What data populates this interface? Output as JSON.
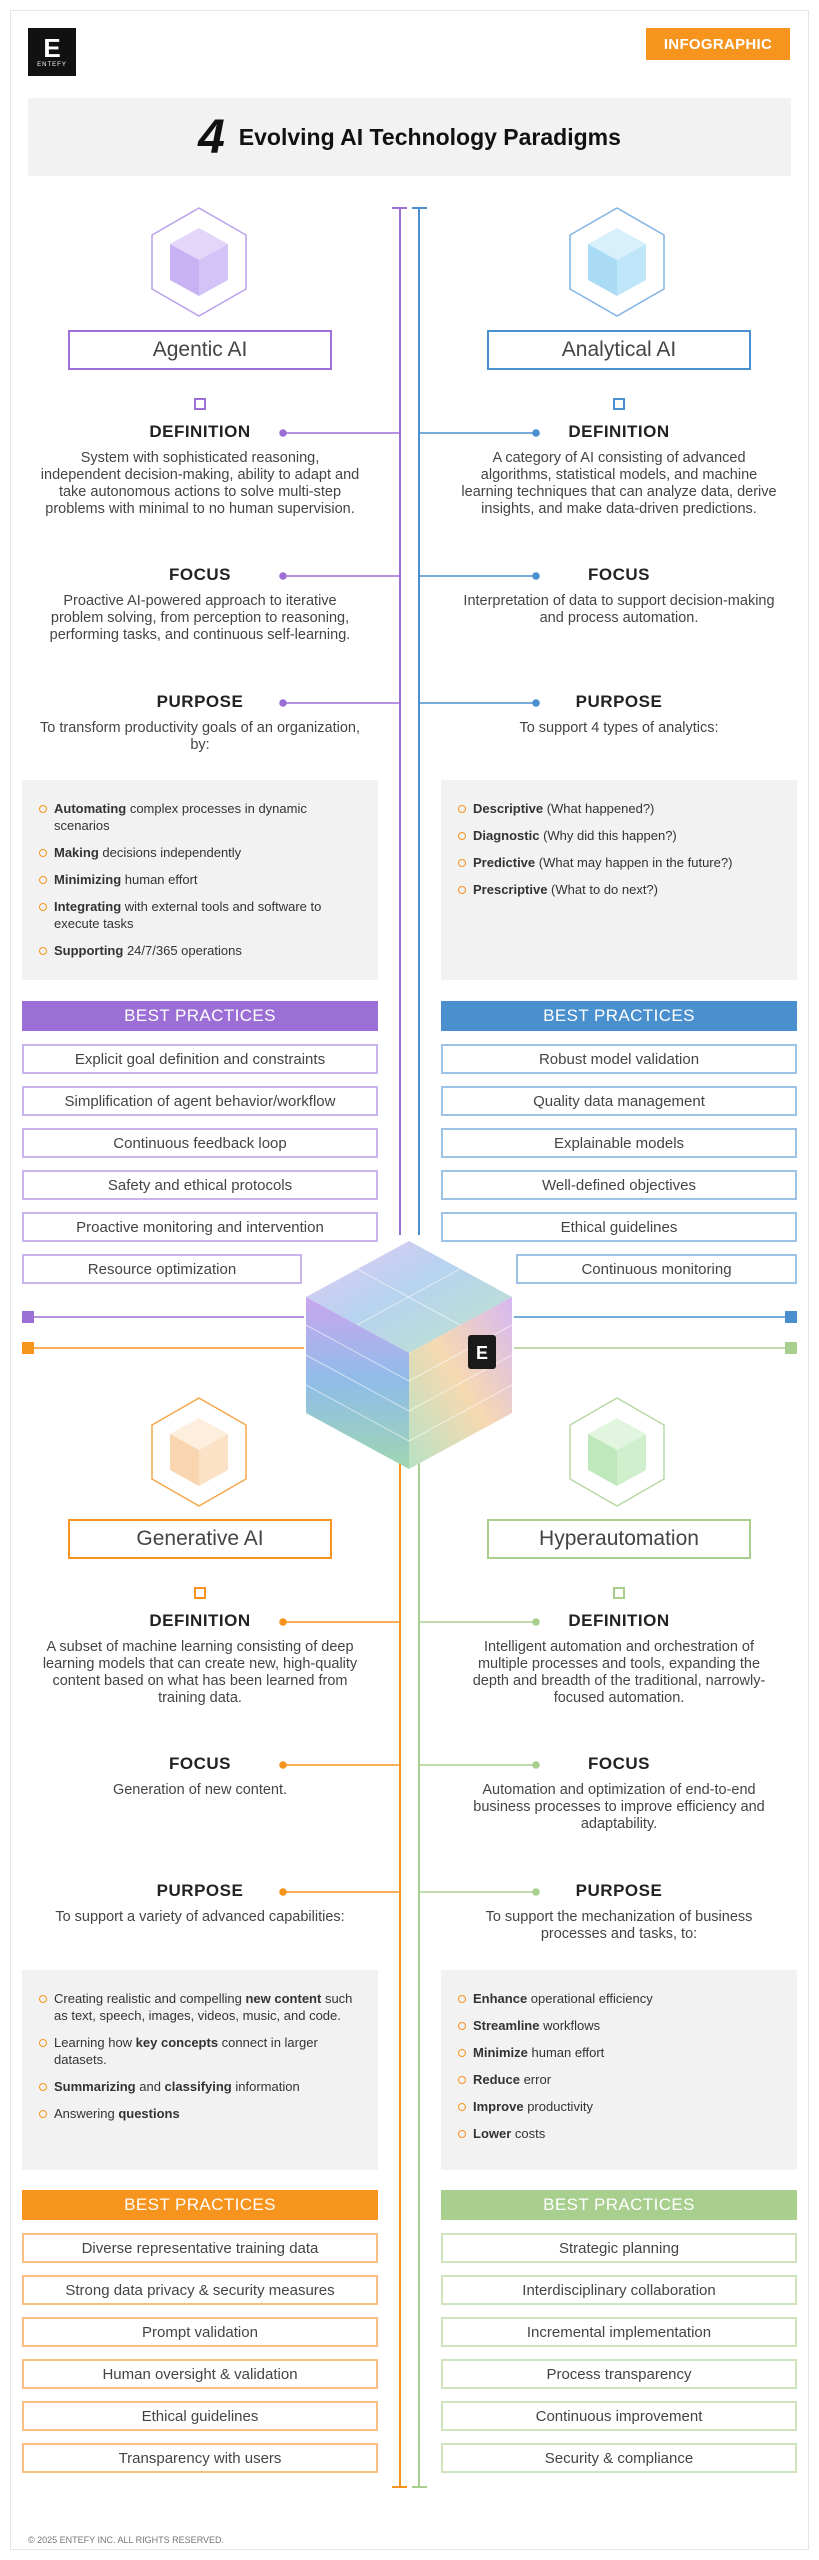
{
  "brand": {
    "logo_letter": "E",
    "logo_text": "ENTEFY",
    "tag": "INFOGRAPHIC"
  },
  "title": {
    "number": "4",
    "text": "Evolving AI Technology Paradigms"
  },
  "colors": {
    "agentic": "#9b6fd6",
    "analytical": "#4a8fce",
    "generative": "#f7941d",
    "hyper": "#a9cf8f"
  },
  "labels": {
    "definition": "DEFINITION",
    "focus": "FOCUS",
    "purpose": "PURPOSE",
    "best_practices": "BEST PRACTICES"
  },
  "agentic": {
    "name": "Agentic AI",
    "definition": "System with sophisticated reasoning, independent decision-making, ability to adapt and take autonomous actions to solve multi-step problems with minimal to no human supervision.",
    "focus": "Proactive AI-powered approach to iterative problem solving, from perception to reasoning, performing tasks, and continuous self-learning.",
    "purpose": "To transform productivity goals of an organization, by:",
    "items": [
      {
        "b": "Automating",
        "t": " complex processes in dynamic scenarios"
      },
      {
        "b": "Making",
        "t": " decisions independently"
      },
      {
        "b": "Minimizing",
        "t": " human effort"
      },
      {
        "b": "Integrating",
        "t": " with external tools and software to execute tasks"
      },
      {
        "b": "Supporting",
        "t": " 24/7/365 operations"
      }
    ],
    "practices": [
      "Explicit goal definition and constraints",
      "Simplification of agent behavior/workflow",
      "Continuous feedback loop",
      "Safety and ethical protocols",
      "Proactive monitoring and intervention",
      "Resource optimization"
    ]
  },
  "analytical": {
    "name": "Analytical AI",
    "definition": "A category of AI consisting of advanced algorithms, statistical models, and machine learning techniques that can analyze data, derive insights, and make data-driven predictions.",
    "focus": "Interpretation of data to support decision-making and process automation.",
    "purpose": "To support 4 types of analytics:",
    "items": [
      {
        "b": "Descriptive",
        "t": " (What happened?)"
      },
      {
        "b": "Diagnostic",
        "t": " (Why did this happen?)"
      },
      {
        "b": "Predictive",
        "t": " (What may happen in the future?)"
      },
      {
        "b": "Prescriptive",
        "t": " (What to do next?)"
      }
    ],
    "practices": [
      "Robust model validation",
      "Quality data management",
      "Explainable models",
      "Well-defined objectives",
      "Ethical guidelines",
      "Continuous monitoring"
    ]
  },
  "generative": {
    "name": "Generative AI",
    "definition": "A subset of machine learning consisting of deep learning models that can create new, high-quality content based on what has been learned from training data.",
    "focus": "Generation of new content.",
    "purpose": "To support a variety of advanced capabilities:",
    "items": [
      {
        "pre": "Creating realistic and compelling ",
        "b": "new content",
        "t": " such as text, speech, images, videos, music, and code."
      },
      {
        "pre": "Learning how ",
        "b": "key concepts",
        "t": " connect in larger datasets."
      },
      {
        "b": "Summarizing",
        "t": " and ",
        "b2": "classifying",
        "t2": " information"
      },
      {
        "pre": "Answering ",
        "b": "questions",
        "t": ""
      }
    ],
    "practices": [
      "Diverse representative training data",
      "Strong data privacy & security measures",
      "Prompt validation",
      "Human oversight & validation",
      "Ethical guidelines",
      "Transparency with users"
    ]
  },
  "hyper": {
    "name": "Hyperautomation",
    "definition": "Intelligent automation and orchestration of multiple processes and tools, expanding the depth and breadth of the traditional, narrowly-focused automation.",
    "focus": "Automation and optimization of end-to-end business processes to improve efficiency and adaptability.",
    "purpose": "To support the mechanization of business processes and tasks, to:",
    "items": [
      {
        "b": "Enhance",
        "t": " operational efficiency"
      },
      {
        "b": "Streamline",
        "t": " workflows"
      },
      {
        "b": "Minimize",
        "t": " human effort"
      },
      {
        "b": "Reduce",
        "t": " error"
      },
      {
        "b": "Improve",
        "t": " productivity"
      },
      {
        "b": "Lower",
        "t": " costs"
      }
    ],
    "practices": [
      "Strategic planning",
      "Interdisciplinary collaboration",
      "Incremental implementation",
      "Process transparency",
      "Continuous improvement",
      "Security & compliance"
    ]
  },
  "footer": "© 2025 ENTEFY INC. ALL RIGHTS RESERVED."
}
